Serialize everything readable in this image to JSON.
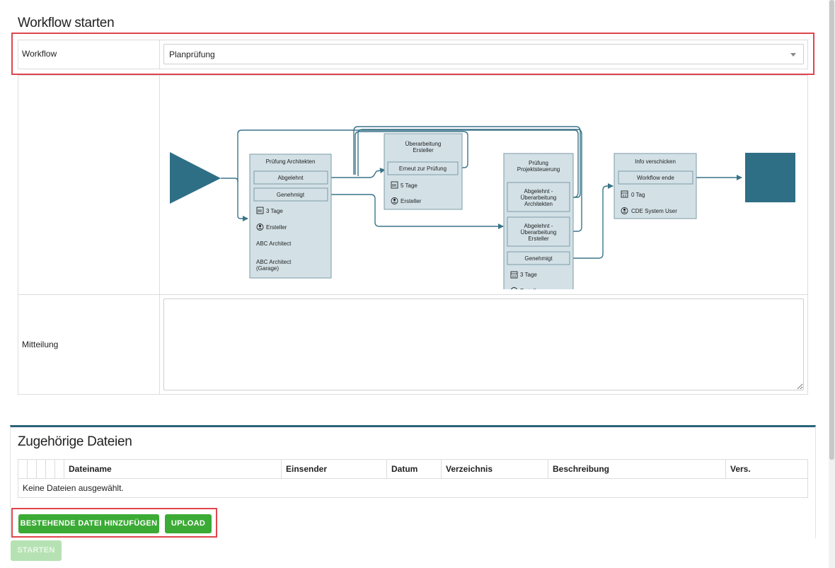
{
  "start_section": {
    "title": "Workflow starten",
    "workflow_label": "Workflow",
    "workflow_value": "Planprüfung",
    "message_label": "Mitteilung",
    "message_value": ""
  },
  "diagram": {
    "node_architekten": {
      "title": "Prüfung Architekten",
      "btn_abgelehnt": "Abgelehnt",
      "btn_genehmigt": "Genehmigt",
      "duration": "3 Tage",
      "role": "Ersteller",
      "assignee1": "ABC Architect",
      "assignee2_line1": "ABC Architect",
      "assignee2_line2": "(Garage)"
    },
    "node_ueberarbeitung": {
      "title_line1": "Überarbeitung",
      "title_line2": "Ersteller",
      "btn_erneut": "Erneut zur Prüfung",
      "duration": "5 Tage",
      "role": "Ersteller"
    },
    "node_projektsteuerung": {
      "title_line1": "Prüfung",
      "title_line2": "Projektsteuerung",
      "btn1_line1": "Abgelehnt -",
      "btn1_line2": "Überarbeitung",
      "btn1_line3": "Architekten",
      "btn2_line1": "Abgelehnt -",
      "btn2_line2": "Überarbeitung",
      "btn2_line3": "Ersteller",
      "btn_genehmigt": "Genehmigt",
      "duration": "3 Tage",
      "role": "Ersteller"
    },
    "node_info": {
      "title": "Info verschicken",
      "btn_ende": "Workflow ende",
      "duration": "0 Tag",
      "role": "CDE System User"
    },
    "colors": {
      "start_end": "#2e6f86",
      "node_fill": "#d3e1e7",
      "node_border": "#7d9aa6",
      "edge": "#3a7488"
    }
  },
  "files_section": {
    "title": "Zugehörige Dateien",
    "columns": [
      "Dateiname",
      "Einsender",
      "Datum",
      "Verzeichnis",
      "Beschreibung",
      "Vers."
    ],
    "empty_text": "Keine Dateien ausgewählt.",
    "btn_add_existing": "BESTEHENDE DATEI HINZUFÜGEN",
    "btn_upload": "UPLOAD"
  },
  "footer": {
    "btn_start": "STARTEN"
  },
  "colors": {
    "accent_green": "#3bab35",
    "highlight_red": "#e0444c",
    "panel_border": "#2b6378"
  }
}
